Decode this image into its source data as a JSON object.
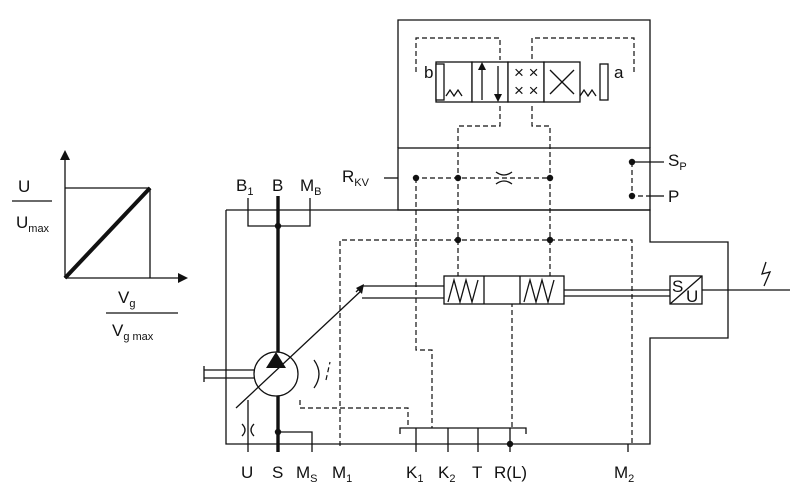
{
  "chart": {
    "y_label_num": "U",
    "y_label_den": "U",
    "y_label_den_sub": "max",
    "x_label_num": "V",
    "x_label_num_sub": "g",
    "x_label_den": "V",
    "x_label_den_sub": "g max"
  },
  "ports_top": {
    "b1": "B",
    "b1_sub": "1",
    "b": "B",
    "mb": "M",
    "mb_sub": "B"
  },
  "ports_right": {
    "rkv": "R",
    "rkv_sub": "KV",
    "sp": "S",
    "sp_sub": "P",
    "p": "P"
  },
  "valve": {
    "b_label": "b",
    "a_label": "a"
  },
  "solenoid": {
    "s_label": "S",
    "u_label": "U"
  },
  "ports_bottom": {
    "u": "U",
    "s": "S",
    "ms": "M",
    "ms_sub": "S",
    "m1": "M",
    "m1_sub": "1",
    "k1": "K",
    "k1_sub": "1",
    "k2": "K",
    "k2_sub": "2",
    "t": "T",
    "rl": "R(L)",
    "m2": "M",
    "m2_sub": "2"
  }
}
